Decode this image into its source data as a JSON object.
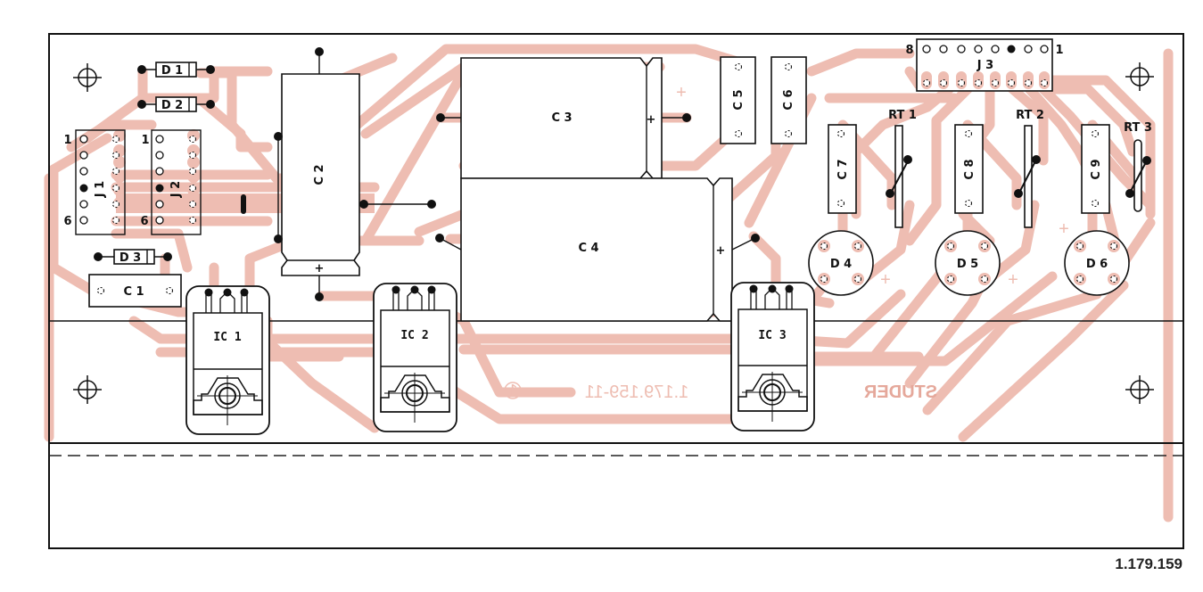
{
  "drawing_number": "1.179.159",
  "board": {
    "silkscreen_part_number": "1.179.159-11",
    "silkscreen_revision": "1",
    "silkscreen_brand": "STUDER",
    "colors": {
      "trace": "#eebdb2",
      "outline": "#111111",
      "background": "#ffffff"
    }
  },
  "components": {
    "D1": "D 1",
    "D2": "D 2",
    "D3": "D 3",
    "D4": "D 4",
    "D5": "D 5",
    "D6": "D 6",
    "C1": "C 1",
    "C2": "C 2",
    "C3": "C 3",
    "C4": "C 4",
    "C5": "C 5",
    "C6": "C 6",
    "C7": "C 7",
    "C8": "C 8",
    "C9": "C 9",
    "J1": "J 1",
    "J2": "J 2",
    "J3": "J 3",
    "IC1": "IC 1",
    "IC2": "IC 2",
    "IC3": "IC 3",
    "RT1": "RT 1",
    "RT2": "RT 2",
    "RT3": "RT 3"
  },
  "pin_markers": {
    "J1_first": "1",
    "J1_last": "6",
    "J2_first": "1",
    "J2_last": "6",
    "J3_first": "1",
    "J3_last": "8"
  },
  "polarity": {
    "plus": "+"
  }
}
